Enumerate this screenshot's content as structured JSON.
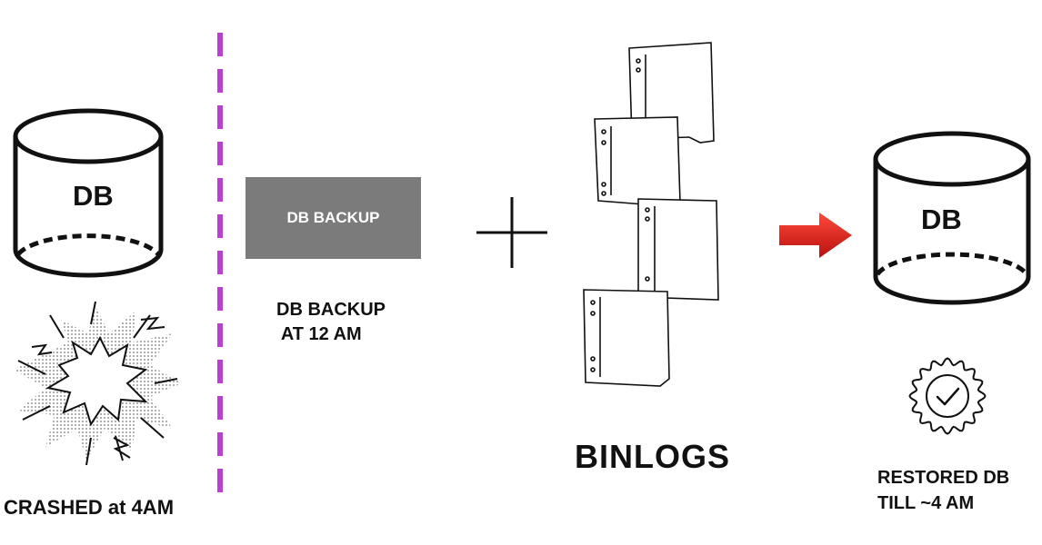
{
  "crashed_db": {
    "db_label": "DB",
    "caption": "CRASHED at 4AM"
  },
  "backup": {
    "box_label": "DB BACKUP",
    "caption": "DB BACKUP\n AT 12 AM"
  },
  "binlogs": {
    "label": "BINLOGS"
  },
  "restored_db": {
    "db_label": "DB",
    "caption": "RESTORED DB\nTILL ~4 AM"
  },
  "colors": {
    "divider": "#b83fd0",
    "arrow": "#e0201f",
    "backup_box": "#7b7b7b"
  },
  "icons": [
    "database-cylinder-icon",
    "explosion-icon",
    "plus-icon",
    "document-stack-icon",
    "right-arrow-icon",
    "verified-badge-icon"
  ]
}
